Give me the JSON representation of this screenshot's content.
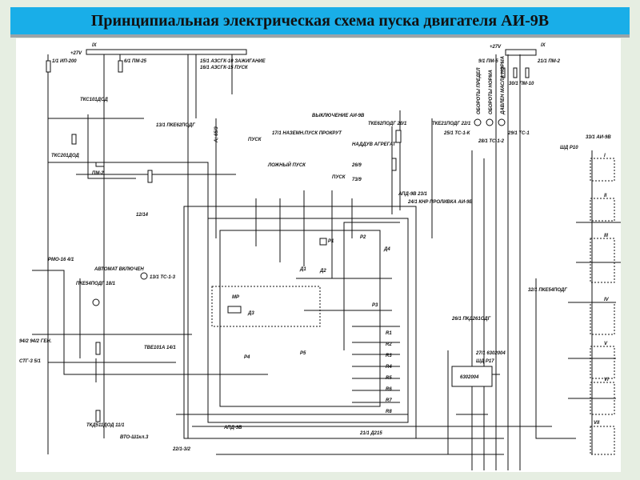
{
  "title": "Принципиальная электрическая схема пуска двигателя АИ-9В",
  "labels": {
    "bus_left": "IX",
    "v27_left": "+27V",
    "f1": "1/1 ИП-200",
    "f2": "6/1 ПМ-25",
    "s1": "15/1 АЗСГК-10 ЗАЖИГАНИЕ",
    "s2": "16/1 АЗСГК-15 ПУСК",
    "tkc101": "ТКС101ДОД",
    "tkc201": "ТКС201ДОД",
    "pm2": "ПМ-2",
    "pke13": "13/1 ПКЕ62ПОДГ",
    "a_ekz": "А; 65/3",
    "pusk": "ПУСК",
    "nazem": "17/1 НАЗЕМН.ПУСК ПРОКРУТ",
    "lozhny": "ЛОЖНЫЙ ПУСК",
    "pusk2": "ПУСК",
    "vykl": "ВЫКЛЮЧЕНИЕ АИ-9В",
    "nadduv": "НАДДУВ АГРЕГАТ",
    "tke20": "ТКЕ62ПОДГ 20/1",
    "tke22": "ТКЕ21ПОДГ 22/1",
    "w26": "26/9",
    "w73": "73/9",
    "apd": "АПД-9В 23/1",
    "prok": "24/1 КНР ПРОЛИВКА АИ-9В",
    "w1214": "12/14",
    "avtomat": "АВТОМАТ ВКЛЮЧЕН",
    "ts13": "13/1 ТС-1-3",
    "rmo": "РМО-16 4/1",
    "pke54": "ПКЕ54ПОДГ 18/1",
    "gen": "94/2 94/2 ГЕН.",
    "stg": "СТГ-3 5/1",
    "tkd": "ТКД511ДОД 11/1",
    "tve": "ТВЕ101А 14/1",
    "vto": "ВТО-Ш1кл.3",
    "apd9v": "АПД-9В",
    "w221": "22/1-3/2",
    "d215": "21/1 Д215",
    "bus_right": "IX",
    "v27_right": "+27V",
    "f9": "9/1 ПМ-5",
    "f30": "30/1 ПМ-10",
    "f21": "21/1 ПМ-2",
    "lamp1": "ОБОРОТЫ ПРЕДЕЛ",
    "lamp2": "ОБОРОТЫ НОРМА",
    "lamp3": "ДАВЛЕН МАСЛА НОРМА",
    "ts1": "25/1 ТС-1-К",
    "ts2": "28/1 ТС-1-2",
    "ts3": "29/1 ТС-1",
    "shd": "ШД Р10",
    "ai9v": "33/1 АИ-9В",
    "pke32": "32/1 ПКЕ54ПОДГ",
    "pkd": "26/1 ПКД261ОДГ",
    "b27": "27/1 6302004",
    "shdp": "ШД Р17",
    "box": "6302004",
    "r": [
      "R1",
      "R2",
      "R3",
      "R4",
      "R5",
      "R6",
      "R7",
      "R8"
    ],
    "sect": [
      "I",
      "II",
      "III",
      "IV",
      "V",
      "VI",
      "VII"
    ],
    "relays": [
      "P1",
      "P2",
      "P3",
      "P4",
      "P5",
      "МР",
      "Д1",
      "Д2",
      "Д3",
      "Д4"
    ]
  }
}
